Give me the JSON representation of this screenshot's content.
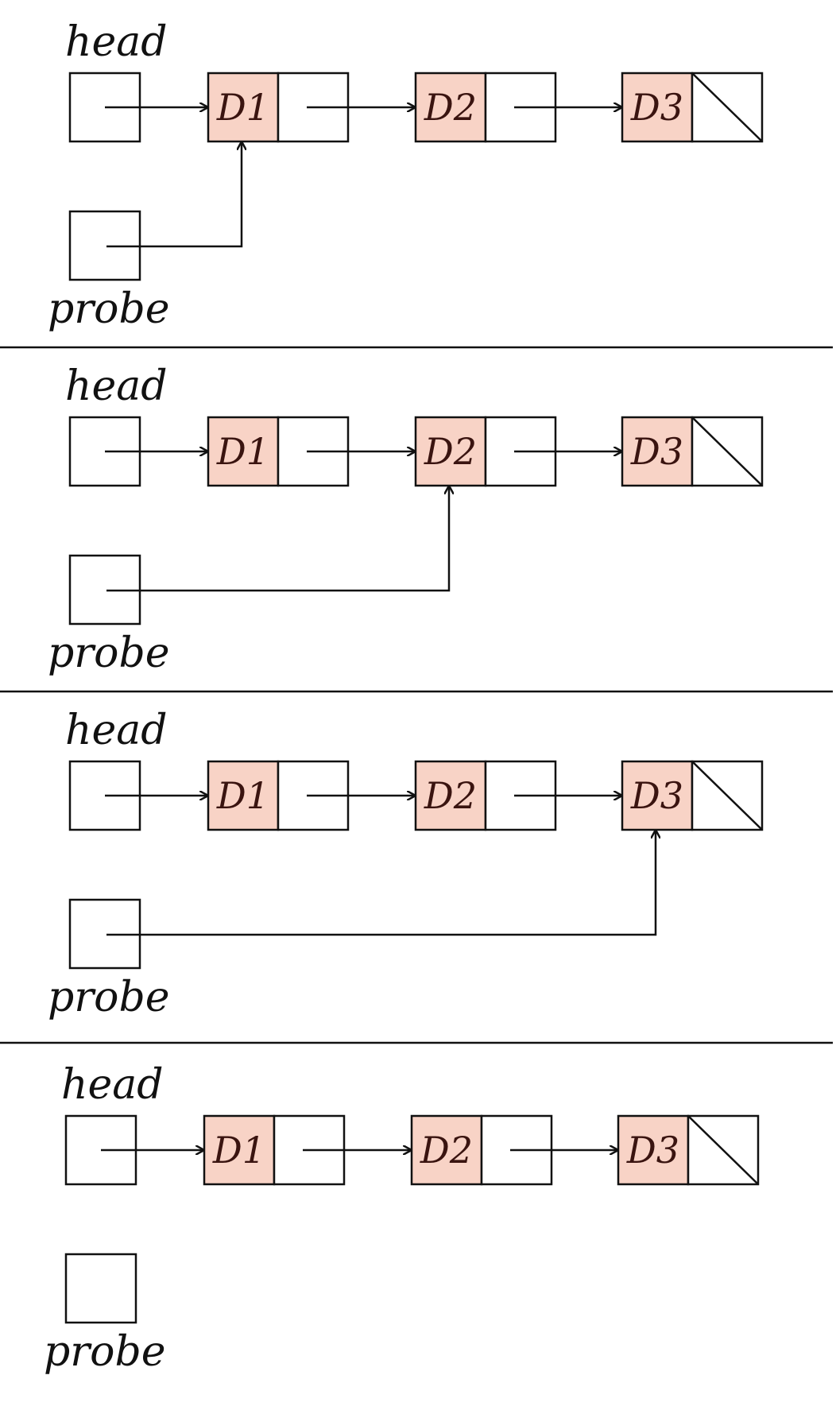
{
  "colors": {
    "data_fill": "#f8d3c6",
    "stroke": "#111111",
    "background": "#ffffff"
  },
  "labels": {
    "head": "head",
    "probe": "probe"
  },
  "nodes": [
    "D1",
    "D2",
    "D3"
  ],
  "panels": [
    {
      "probe_target": "D1"
    },
    {
      "probe_target": "D2"
    },
    {
      "probe_target": "D3"
    },
    {
      "probe_target": null
    }
  ]
}
